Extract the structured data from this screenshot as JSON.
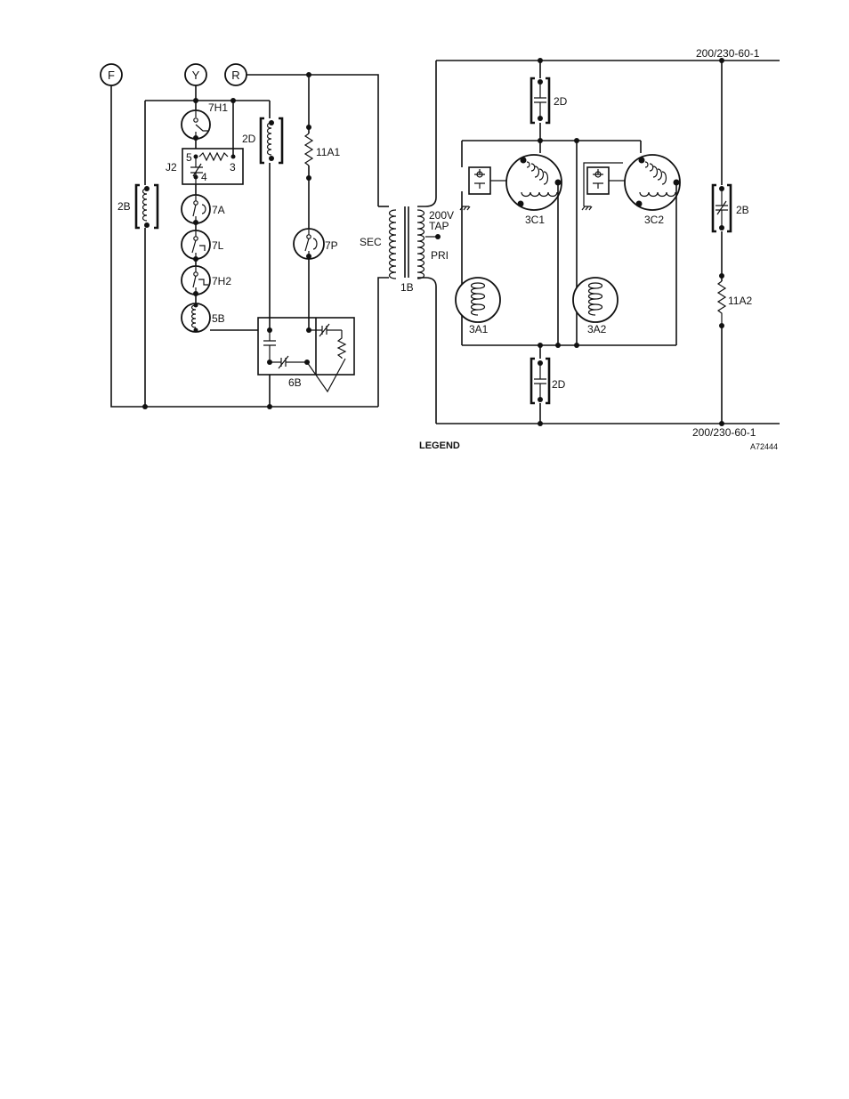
{
  "terminals": {
    "f": "F",
    "y": "Y",
    "r": "R"
  },
  "labels": {
    "supply_top": "200/230-60-1",
    "supply_bottom": "200/230-60-1",
    "c_2d_left": "2D",
    "c_2d_top": "2D",
    "c_2d_bottom": "2D",
    "r_11a1": "11A1",
    "r_11a2": "11A2",
    "sw_7h1": "7H1",
    "sw_7a": "7A",
    "sw_7l": "7L",
    "sw_7h2": "7H2",
    "sw_7p": "7P",
    "coil_5b": "5B",
    "coil_2b_left": "2B",
    "contact_2b_right": "2B",
    "relay_6b": "6B",
    "j2": "J2",
    "j2_pin5": "5",
    "j2_pin3": "3",
    "j2_pin4": "4",
    "xfmr": "1B",
    "xfmr_sec": "SEC",
    "xfmr_pri": "PRI",
    "xfmr_200v": "200V",
    "xfmr_tap": "TAP",
    "motor_3c1": "3C1",
    "motor_3c2": "3C2",
    "motor_3a1": "3A1",
    "motor_3a2": "3A2",
    "legend": "LEGEND",
    "drawing_no": "A72444"
  }
}
